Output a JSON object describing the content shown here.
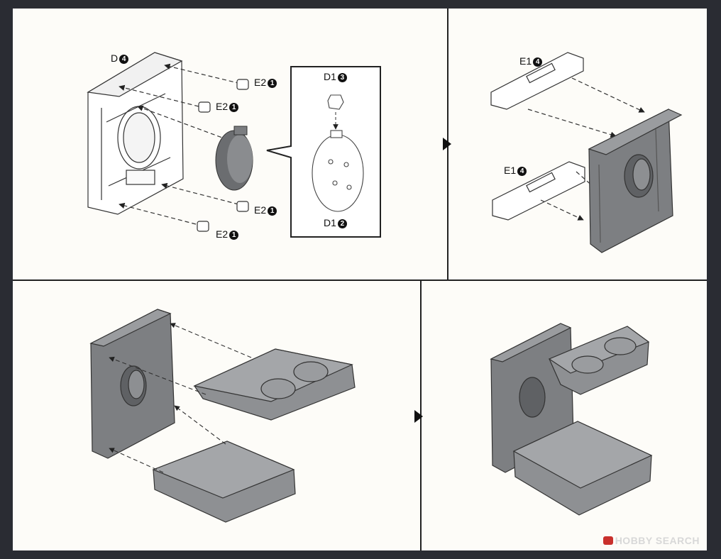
{
  "panel1": {
    "part_labels": [
      {
        "code": "D",
        "step": "4"
      },
      {
        "code": "E2",
        "step": "1"
      },
      {
        "code": "E2",
        "step": "1"
      },
      {
        "code": "E2",
        "step": "1"
      },
      {
        "code": "E2",
        "step": "1"
      }
    ],
    "callout_labels": [
      {
        "code": "D1",
        "step": "3"
      },
      {
        "code": "D1",
        "step": "2"
      }
    ]
  },
  "panel2": {
    "part_labels": [
      {
        "code": "E1",
        "step": "4"
      },
      {
        "code": "E1",
        "step": "4"
      }
    ]
  },
  "colors": {
    "plastic_gray": "#7d7f82",
    "line": "#222222",
    "paper": "#fdfcf8"
  },
  "watermark": {
    "text": "HOBBY SEARCH",
    "icon": "hobby-search-logo-icon"
  }
}
